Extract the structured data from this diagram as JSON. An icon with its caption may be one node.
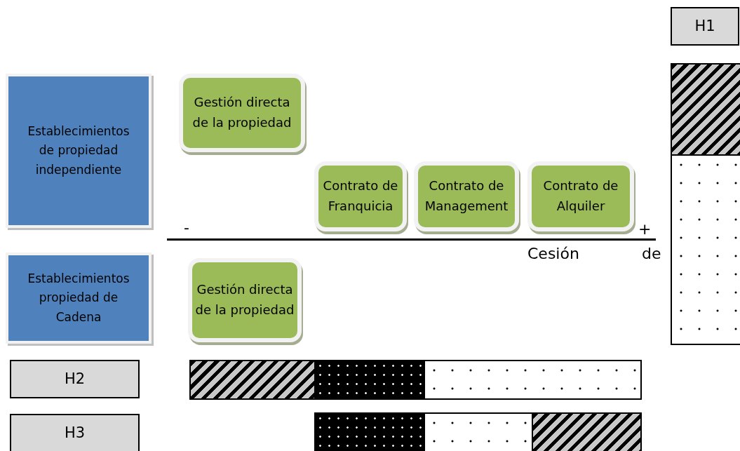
{
  "diagram": {
    "nodes": [
      {
        "text": [
          "H1"
        ]
      },
      {
        "text": [
          "Establecimientos de propiedad independiente"
        ]
      },
      {
        "text": [
          "Gestión directa de la propiedad"
        ]
      },
      {
        "text": [
          "Contrato de Franquicia"
        ]
      },
      {
        "text": [
          "Contrato de Management"
        ]
      },
      {
        "text": [
          "Contrato de Alquiler"
        ]
      },
      {
        "text": [
          "Establecimientos propiedad de Cadena"
        ]
      },
      {
        "text": [
          "Gestión directa de la propiedad"
        ]
      },
      {
        "text": [
          "H2"
        ]
      },
      {
        "text": [
          "H3"
        ]
      },
      {
        "text": [],
        "shape": "bar"
      },
      {
        "text": [],
        "shape": "bar"
      },
      {
        "text": [],
        "shape": "bar"
      },
      {
        "text": [],
        "shape": "bar"
      },
      {
        "text": [],
        "shape": "bar"
      },
      {
        "text": [],
        "shape": "bar"
      },
      {
        "text": [],
        "shape": "bar"
      },
      {
        "text": [],
        "shape": "bar"
      }
    ],
    "labels": [
      "-",
      "+",
      "Cesión",
      "de"
    ]
  }
}
